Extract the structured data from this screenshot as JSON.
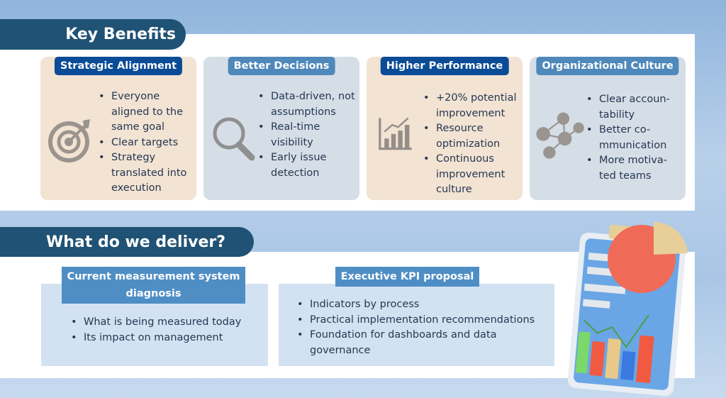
{
  "key_benefits": {
    "title": "Key Benefits",
    "cards": [
      {
        "label": "Strategic Alignment",
        "icon": "target-icon",
        "items": [
          "Everyone aligned to the same goal",
          "Clear targets",
          "Strategy translated into execution"
        ]
      },
      {
        "label": "Better Decisions",
        "icon": "magnifier-icon",
        "items": [
          "Data-driven, not assumptions",
          "Real-time visibility",
          "Early issue detection"
        ]
      },
      {
        "label": "Higher Performance",
        "icon": "bar-chart-icon",
        "items": [
          "+20% potential improvement",
          "Resource optimization",
          "Continuous improvement culture"
        ]
      },
      {
        "label": "Organizational Culture",
        "icon": "network-icon",
        "items": [
          "Clear accoun-tability",
          "Better co-mmunication",
          "More motiva-ted teams"
        ]
      }
    ]
  },
  "deliver": {
    "title": "What do we deliver?",
    "boxes": [
      {
        "label": "Current measurement system diagnosis",
        "items": [
          "What is being measured today",
          "Its impact on management"
        ]
      },
      {
        "label": "Executive KPI proposal",
        "items": [
          "Indicators by process",
          "Practical implementation recommendations",
          "Foundation for dashboards and data governance"
        ]
      }
    ]
  }
}
